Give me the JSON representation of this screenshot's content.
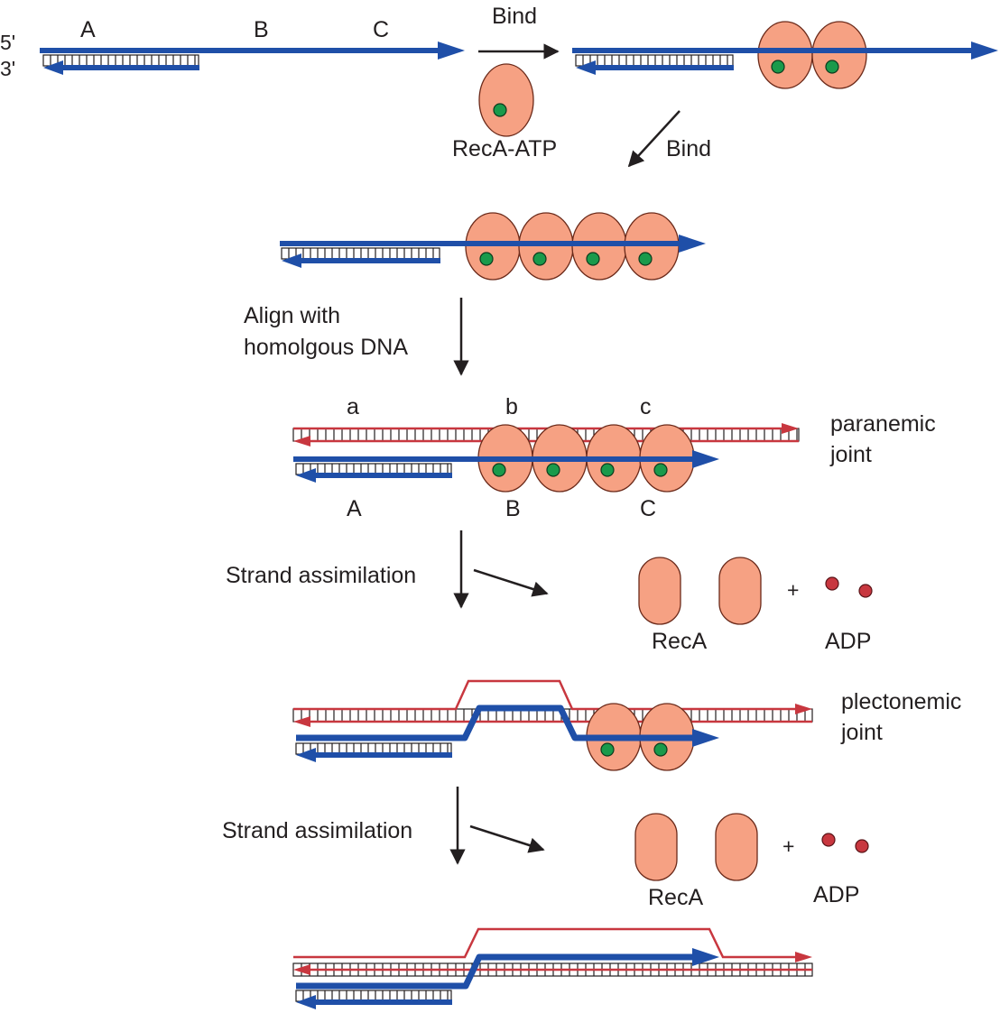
{
  "colors": {
    "dna_blue": "#1f4fa8",
    "dna_red": "#c8373f",
    "reca_fill": "#f6a183",
    "reca_stroke": "#6b2a1a",
    "atp_dot": "#1a9a4b",
    "adp_dot": "#c8373f",
    "arrow": "#231f20",
    "text": "#231f20"
  },
  "step1": {
    "label_5": "5'",
    "label_3": "3'",
    "site_a": "A",
    "site_b": "B",
    "site_c": "C",
    "arrow_label": "Bind",
    "free_reca_label": "RecA-ATP"
  },
  "step2": {
    "arrow_label": "Bind"
  },
  "step3": {
    "arrow_label_line1": "Align with",
    "arrow_label_line2": "homolgous DNA"
  },
  "step4": {
    "site_a_lower": "a",
    "site_b_lower": "b",
    "site_c_lower": "c",
    "site_a_upper": "A",
    "site_b_upper": "B",
    "site_c_upper": "C",
    "joint_label_line1": "paranemic",
    "joint_label_line2": "joint"
  },
  "release1": {
    "arrow_label": "Strand assimilation",
    "plus": "+",
    "reca_label": "RecA",
    "adp_label": "ADP"
  },
  "step5": {
    "joint_label_line1": "plectonemic",
    "joint_label_line2": "joint"
  },
  "release2": {
    "arrow_label": "Strand assimilation",
    "plus": "+",
    "reca_label": "RecA",
    "adp_label": "ADP"
  }
}
